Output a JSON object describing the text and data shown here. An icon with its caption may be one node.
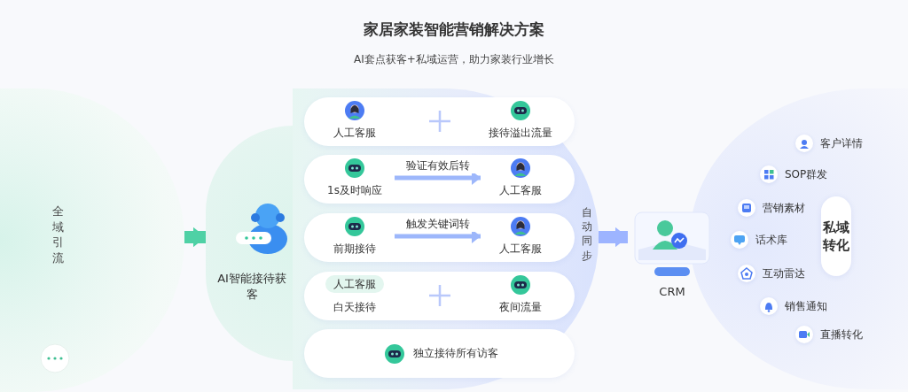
{
  "diagram": {
    "title": "家居家装智能营销解决方案",
    "nodes": [
      {
        "text": [
          "全域引流"
        ]
      },
      {
        "text": [
          "AI智能接待获客"
        ]
      },
      {
        "text": [],
        "shape": "box"
      },
      {
        "text": [],
        "shape": "box",
        "in": 2
      },
      {
        "text": [
          "人工客服"
        ],
        "in": 3
      },
      {
        "text": [
          "接待溢出流量"
        ],
        "in": 3
      },
      {
        "text": [],
        "shape": "box",
        "in": 2
      },
      {
        "text": [
          "1s及时响应"
        ],
        "in": 6
      },
      {
        "text": [
          "人工客服"
        ],
        "in": 6
      },
      {
        "text": [],
        "shape": "box",
        "in": 2
      },
      {
        "text": [
          "前期接待"
        ],
        "in": 9
      },
      {
        "text": [
          "人工客服"
        ],
        "in": 9
      },
      {
        "text": [],
        "shape": "box",
        "in": 2
      },
      {
        "text": [
          "人工客服",
          "白天接待"
        ],
        "in": 12
      },
      {
        "text": [
          "夜间流量"
        ],
        "in": 12
      },
      {
        "text": [],
        "shape": "box",
        "in": 2
      },
      {
        "text": [
          "独立接待所有访客"
        ],
        "in": 15
      },
      {
        "text": [
          "CRM"
        ]
      },
      {
        "text": [
          "私域转化"
        ]
      }
    ],
    "edges": [
      {
        "from": 0,
        "to": 1,
        "arrow": "to",
        "style": "thick",
        "color": "#4fd1a5"
      },
      {
        "from": 2,
        "to": 17,
        "arrow": "to",
        "label": "自动同步",
        "style": "thick",
        "color": "#9db4ff"
      },
      {
        "from": 7,
        "to": 8,
        "arrow": "to",
        "label": "验证有效后转"
      },
      {
        "from": 10,
        "to": 11,
        "arrow": "to",
        "label": "触发关键词转"
      }
    ],
    "labels": [
      "AI套点获客+私域运营，助力家装行业增长",
      "客户详情",
      "SOP群发",
      "营销素材",
      "话术库",
      "互动雷达",
      "销售通知",
      "直播转化"
    ]
  }
}
